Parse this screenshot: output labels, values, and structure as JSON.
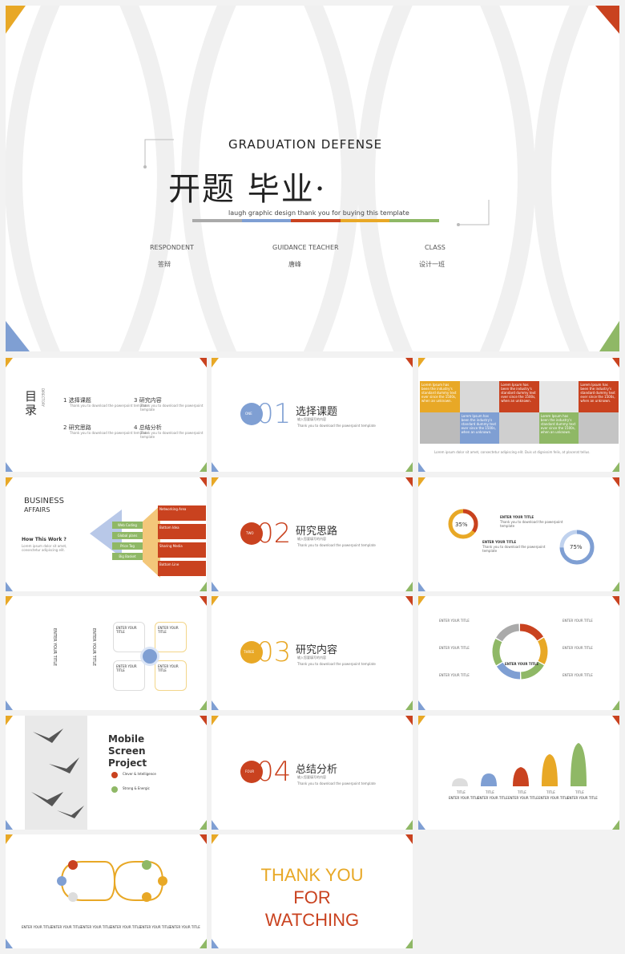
{
  "colors": {
    "yellow": "#e8a826",
    "red": "#c9421f",
    "blue": "#7f9fd3",
    "green": "#8fb866",
    "gray": "#aaaaaa"
  },
  "hero": {
    "title_en": "GRADUATION DEFENSE",
    "title_cn": "开题 毕业·",
    "subtitle": "laugh graphic design thank you for buying this template",
    "respondent_label": "RESPONDENT",
    "respondent_value": "答辩",
    "teacher_label": "GUIDANCE TEACHER",
    "teacher_value": "唐峰",
    "class_label": "CLASS",
    "class_value": "设计一班"
  },
  "toc": {
    "title": "目录",
    "title_en": "DIRECTORY",
    "items": [
      {
        "num": "1",
        "label": "选择课题"
      },
      {
        "num": "2",
        "label": "研究思路"
      },
      {
        "num": "3",
        "label": "研究内容"
      },
      {
        "num": "4",
        "label": "总结分析"
      }
    ],
    "item_desc": "Thank you to download the powerpoint template"
  },
  "sections": [
    {
      "num": "01",
      "tag": "ONE",
      "title": "选择课题",
      "sub": "输入您要填写的内容",
      "desc": "Thank you to download the powerpoint template"
    },
    {
      "num": "02",
      "tag": "TWO",
      "title": "研究思路",
      "sub": "输入您要填写的内容",
      "desc": "Thank you to download the powerpoint template"
    },
    {
      "num": "03",
      "tag": "THREE",
      "title": "研究内容",
      "sub": "输入您要填写的内容",
      "desc": "Thank you to download the powerpoint template"
    },
    {
      "num": "04",
      "tag": "FOUR",
      "title": "总结分析",
      "sub": "输入您要填写的内容",
      "desc": "Thank you to download the powerpoint template"
    }
  ],
  "gallery": {
    "box_text": "Lorem Ipsum has been the industry's standard dummy text ever since the 1500s, when an unknown.",
    "footer": "Lorem ipsum dolor sit amet, consectetur adipiscing elit. Duis ut dignissim felis, at placerat tellus."
  },
  "business": {
    "title1": "BUSINESS",
    "title2": "AFFAIRS",
    "how": "How This Work ?",
    "left_items": [
      "Web Coding",
      "Global plans",
      "Price Tag",
      "Big Basket"
    ],
    "right_items": [
      "Networking Area",
      "Bottom Idea",
      "Sharing Media",
      "Bottom Line"
    ],
    "desc": "Lorem ipsum dolor sit amet, consectetur adipiscing elit."
  },
  "donut": {
    "title": "ENTER YOUR TITLE",
    "a": "35%",
    "b": "75%",
    "desc": "Thank you to download the powerpoint template"
  },
  "vertical": {
    "title": "ENTER YOUR TITLE",
    "cards": [
      "ENTER YOUR TITLE",
      "ENTER YOUR TITLE",
      "ENTER YOUR TITLE",
      "ENTER YOUR TITLE"
    ]
  },
  "cycle": {
    "center": "ENTER YOUR TITLE",
    "labels": [
      "ENTER YOUR TITLE",
      "ENTER YOUR TITLE",
      "ENTER YOUR TITLE",
      "ENTER YOUR TITLE",
      "ENTER YOUR TITLE",
      "ENTER YOUR TITLE"
    ]
  },
  "mobile": {
    "title1": "Mobile",
    "title2": "Screen",
    "title3": "Project",
    "item1": "Clever & Intelligence",
    "item2": "Strong & Energic"
  },
  "bells": {
    "labels": [
      "TITLE",
      "TITLE",
      "TITLE",
      "TITLE",
      "TITLE"
    ],
    "sub": "ENTER YOUR TITLE"
  },
  "flow": {
    "labels": [
      "ENTER YOUR TITLE",
      "ENTER YOUR TITLE",
      "ENTER YOUR TITLE",
      "ENTER YOUR TITLE",
      "ENTER YOUR TITLE",
      "ENTER YOUR TITLE"
    ]
  },
  "thanks": {
    "line1": "THANK YOU",
    "line2": "FOR",
    "line3": "WATCHING"
  }
}
